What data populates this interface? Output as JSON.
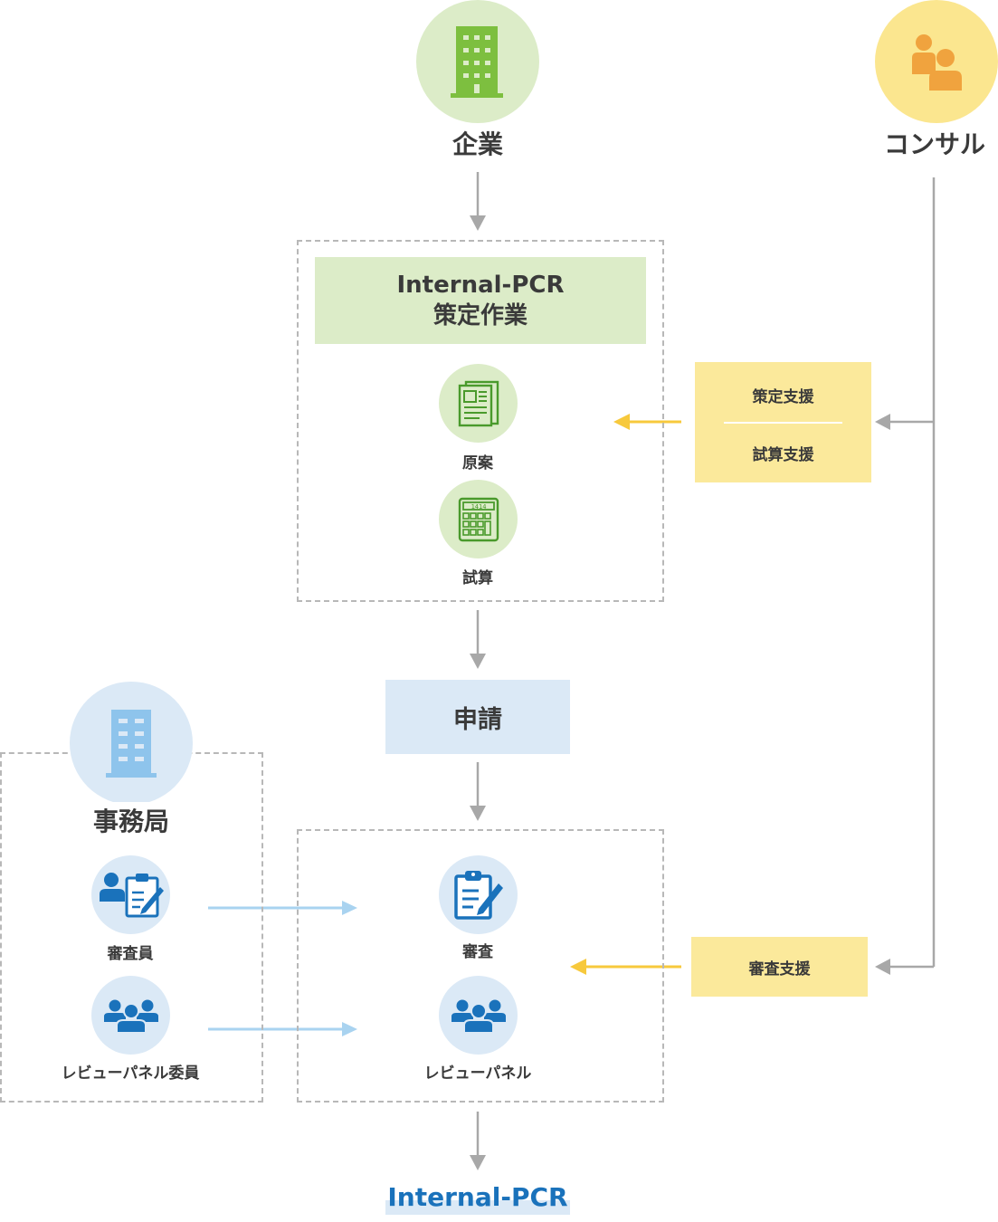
{
  "company": {
    "label": "企業"
  },
  "consultant": {
    "label": "コンサル"
  },
  "pcr_work": {
    "title_line1": "Internal-PCR",
    "title_line2": "策定作業"
  },
  "draft": {
    "label": "原案"
  },
  "calc": {
    "label": "試算",
    "display": "1414"
  },
  "support_box": {
    "item1": "策定支援",
    "item2": "試算支援"
  },
  "application": {
    "label": "申請"
  },
  "secretariat": {
    "label": "事務局"
  },
  "reviewer": {
    "label": "審査員"
  },
  "panel_member": {
    "label": "レビューパネル委員"
  },
  "review": {
    "label": "審査"
  },
  "review_panel": {
    "label": "レビューパネル"
  },
  "review_support": {
    "label": "審査支援"
  },
  "result": {
    "label": "Internal-PCR"
  },
  "colors": {
    "green_bg": "#dcecc8",
    "green_icon": "#7dbf3f",
    "yellow_bg": "#fbe68f",
    "yellow_box": "#fbe99b",
    "orange_icon": "#f0a33e",
    "blue_bg": "#dbe9f6",
    "blue_icon": "#1a72bb",
    "light_blue_icon": "#8ec4ec",
    "arrow_gray": "#a8a8a8",
    "arrow_yellow": "#f7c93c",
    "arrow_blue": "#a9d3f0",
    "title_blue": "#1a72bb"
  }
}
